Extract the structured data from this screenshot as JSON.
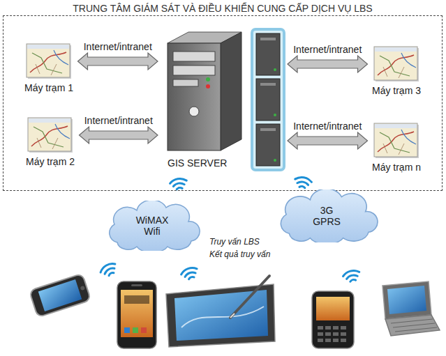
{
  "diagram": {
    "nodes": [
      {
        "text": [
          "TRUNG TÂM GIÁM SÁT VÀ ĐIỀU KHIỂN CUNG CẤP DỊCH VỤ LBS"
        ]
      },
      {
        "text": [
          "Máy trạm 1"
        ],
        "in": 0
      },
      {
        "text": [
          "Máy trạm 2"
        ],
        "in": 0
      },
      {
        "text": [
          "GIS SERVER"
        ],
        "in": 0
      },
      {
        "text": [
          "Máy trạm 3"
        ],
        "in": 0
      },
      {
        "text": [
          "Máy trạm n"
        ],
        "in": 0
      },
      {
        "text": [
          "WiMAX Wifi"
        ]
      },
      {
        "text": [
          "3G GPRS"
        ]
      }
    ],
    "edges": [
      {
        "from": 1,
        "to": 3,
        "arrow": "both",
        "label": "Internet/intranet"
      },
      {
        "from": 2,
        "to": 3,
        "arrow": "both",
        "label": "Internet/intranet"
      },
      {
        "from": 3,
        "to": 4,
        "arrow": "both",
        "label": "Internet/intranet"
      },
      {
        "from": 3,
        "to": 5,
        "arrow": "both",
        "label": "Internet/intranet"
      }
    ],
    "labels": [
      "Truy vấn LBS",
      "Kết quả truy vấn"
    ]
  }
}
